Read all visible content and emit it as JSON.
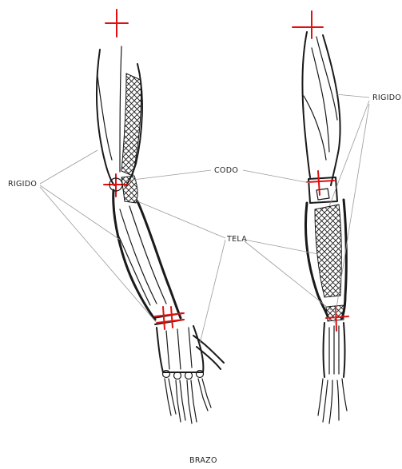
{
  "labels": {
    "rigid_left": "RIGIDO",
    "rigid_right": "RIGIDO",
    "elbow": "CODO",
    "fabric": "TELA",
    "title": "BRAZO"
  },
  "colors": {
    "ink": "#1a1a1a",
    "joint_marker": "#e01010",
    "leader_line": "#9a9a9a",
    "background": "#ffffff"
  }
}
